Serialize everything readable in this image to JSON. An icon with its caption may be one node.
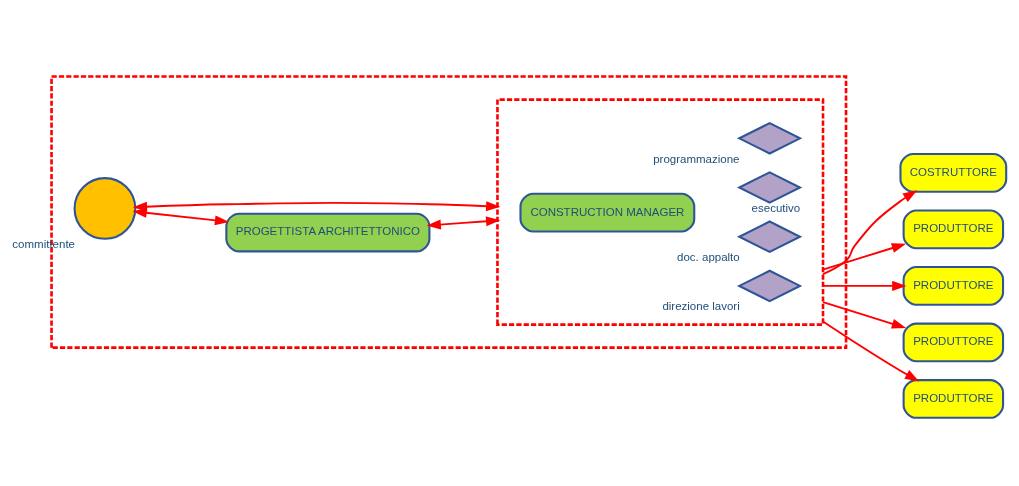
{
  "diagram": {
    "nodes": [
      {
        "text": [],
        "shape": "box"
      },
      {
        "text": [],
        "shape": "circle",
        "beside": [
          "committente"
        ],
        "in": 0
      },
      {
        "text": [
          "PROGETTISTA ARCHITETTONICO"
        ],
        "in": 0
      },
      {
        "text": [],
        "shape": "box",
        "in": 0
      },
      {
        "text": [
          "CONSTRUCTION MANAGER"
        ],
        "in": 3
      },
      {
        "text": [],
        "shape": "diamond",
        "beside": [
          "programmazione"
        ],
        "in": 3
      },
      {
        "text": [],
        "shape": "diamond",
        "beside": [
          "esecutivo"
        ],
        "in": 3
      },
      {
        "text": [],
        "shape": "diamond",
        "beside": [
          "doc. appalto"
        ],
        "in": 3
      },
      {
        "text": [],
        "shape": "diamond",
        "beside": [
          "direzione lavori"
        ],
        "in": 3
      },
      {
        "text": [
          "COSTRUTTORE"
        ]
      },
      {
        "text": [
          "PRODUTTORE"
        ]
      },
      {
        "text": [
          "PRODUTTORE"
        ]
      },
      {
        "text": [
          "PRODUTTORE"
        ]
      },
      {
        "text": [
          "PRODUTTORE"
        ]
      }
    ],
    "edges": [
      {
        "from": 1,
        "to": 2,
        "arrow": "both"
      },
      {
        "from": 1,
        "to": 3,
        "arrow": "both"
      },
      {
        "from": 2,
        "to": 3,
        "arrow": "both"
      },
      {
        "from": 3,
        "to": 9,
        "arrow": "to"
      },
      {
        "from": 3,
        "to": 10,
        "arrow": "to"
      },
      {
        "from": 3,
        "to": 11,
        "arrow": "to"
      },
      {
        "from": 3,
        "to": 12,
        "arrow": "to"
      },
      {
        "from": 3,
        "to": 13,
        "arrow": "to"
      }
    ]
  }
}
